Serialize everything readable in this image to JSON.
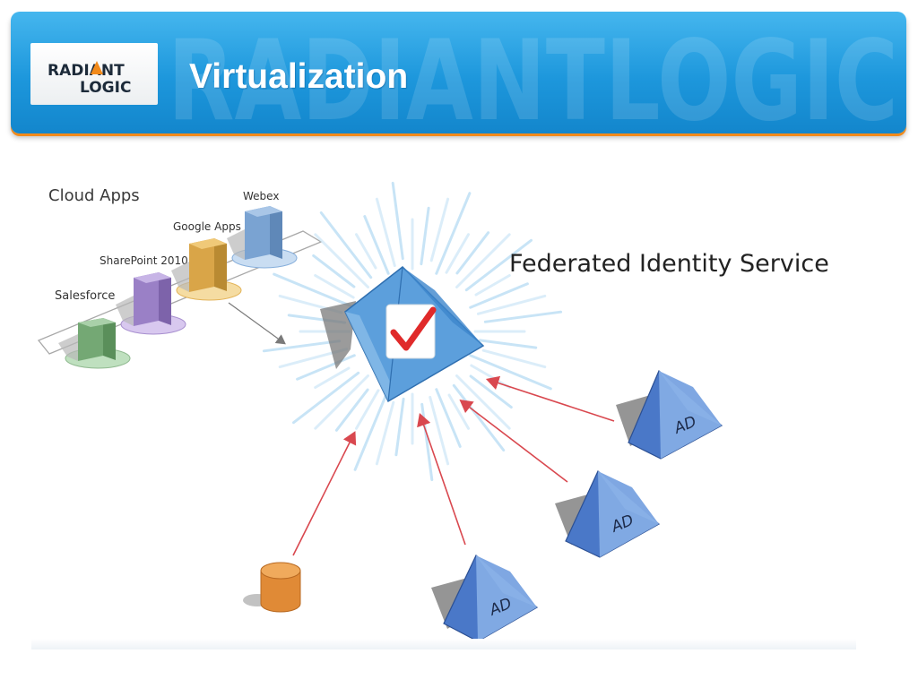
{
  "header": {
    "title": "Virtualization",
    "logo_line1": "RADIANT",
    "logo_line2": "LOGIC",
    "watermark_text": "RADIANTLOGIC"
  },
  "diagram": {
    "cloud_apps_label": "Cloud Apps",
    "service_label": "Federated Identity Service",
    "apps": [
      {
        "label": "Salesforce",
        "color": "#8fb98f"
      },
      {
        "label": "SharePoint 2010",
        "color": "#a78fcf"
      },
      {
        "label": "Google Apps",
        "color": "#e3b358"
      },
      {
        "label": "Webex",
        "color": "#86aedb"
      }
    ],
    "directories": [
      {
        "label": "AD"
      },
      {
        "label": "AD"
      },
      {
        "label": "AD"
      }
    ]
  },
  "colors": {
    "header_blue": "#1d97dc",
    "accent_orange": "#f28a1a",
    "arrow_red": "#d9484f",
    "prism_blue": "#5c9fdc",
    "ad_blue": "#4a78c8",
    "database_orange": "#e08a36"
  }
}
